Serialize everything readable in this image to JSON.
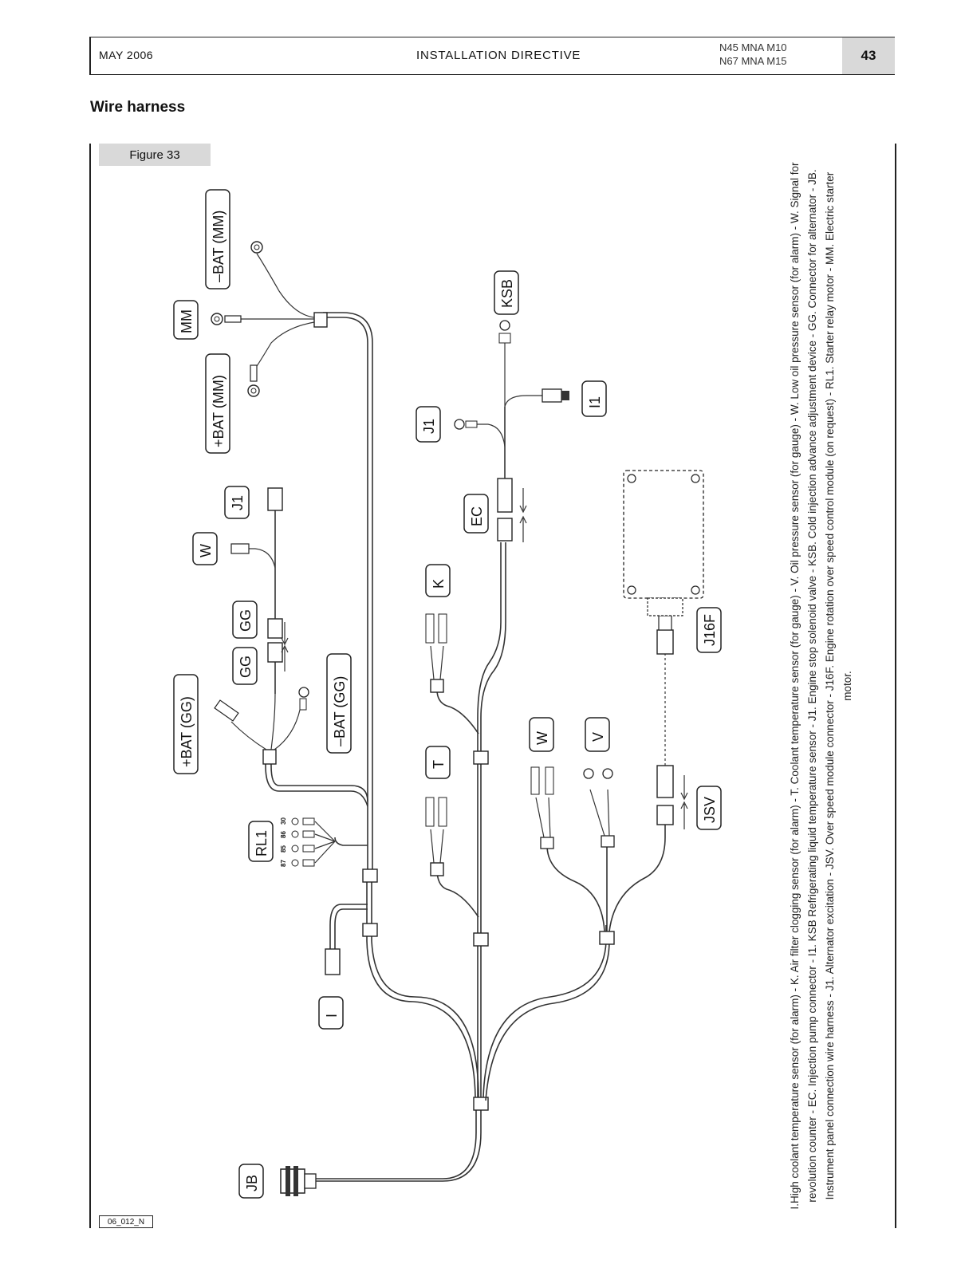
{
  "header": {
    "date": "MAY 2006",
    "title": "INSTALLATION DIRECTIVE",
    "model_1": "N45 MNA M10",
    "model_2": "N67 MNA M15",
    "page": "43"
  },
  "section_title": "Wire harness",
  "figure": {
    "label": "Figure 33",
    "code": "06_012_N"
  },
  "labels": {
    "bat_neg_mm": "–BAT (MM)",
    "mm": "MM",
    "bat_pos_mm": "+BAT (MM)",
    "j1_left": "J1",
    "w_left": "W",
    "gg_top": "GG",
    "gg_bottom": "GG",
    "bat_pos_gg": "+BAT (GG)",
    "bat_neg_gg": "–BAT (GG)",
    "rl1": "RL1",
    "i": "I",
    "jb": "JB",
    "k": "K",
    "t": "T",
    "w_right": "W",
    "v": "V",
    "j1_mid": "J1",
    "ksb": "KSB",
    "i1": "I1",
    "ec": "EC",
    "j16f": "J16F",
    "jsv": "JSV"
  },
  "relay_pins": {
    "row1": "30",
    "row2": "86",
    "row3": "85",
    "row4": "87"
  },
  "caption": "I.High coolant temperature sensor (for alarm) - K. Air filter clogging sensor (for alarm) - T. Coolant temperature sensor (for gauge) - V. Oil pressure sensor (for gauge) - W. Low oil pressure sensor (for alarm) - W. Signal for revolution counter - EC. Injection pump connector - I1. KSB Refrigerating liquid temperature sensor - J1. Engine stop solenoid valve - KSB. Cold injection advance adjustment device - GG. Connector for alternator - JB. Instrument panel connection wire harness - J1. Alternator excitation - JSV. Over speed module connector - J16F. Engine rotation over speed control module (on request) - RL1. Starter relay motor - MM. Electric starter motor."
}
